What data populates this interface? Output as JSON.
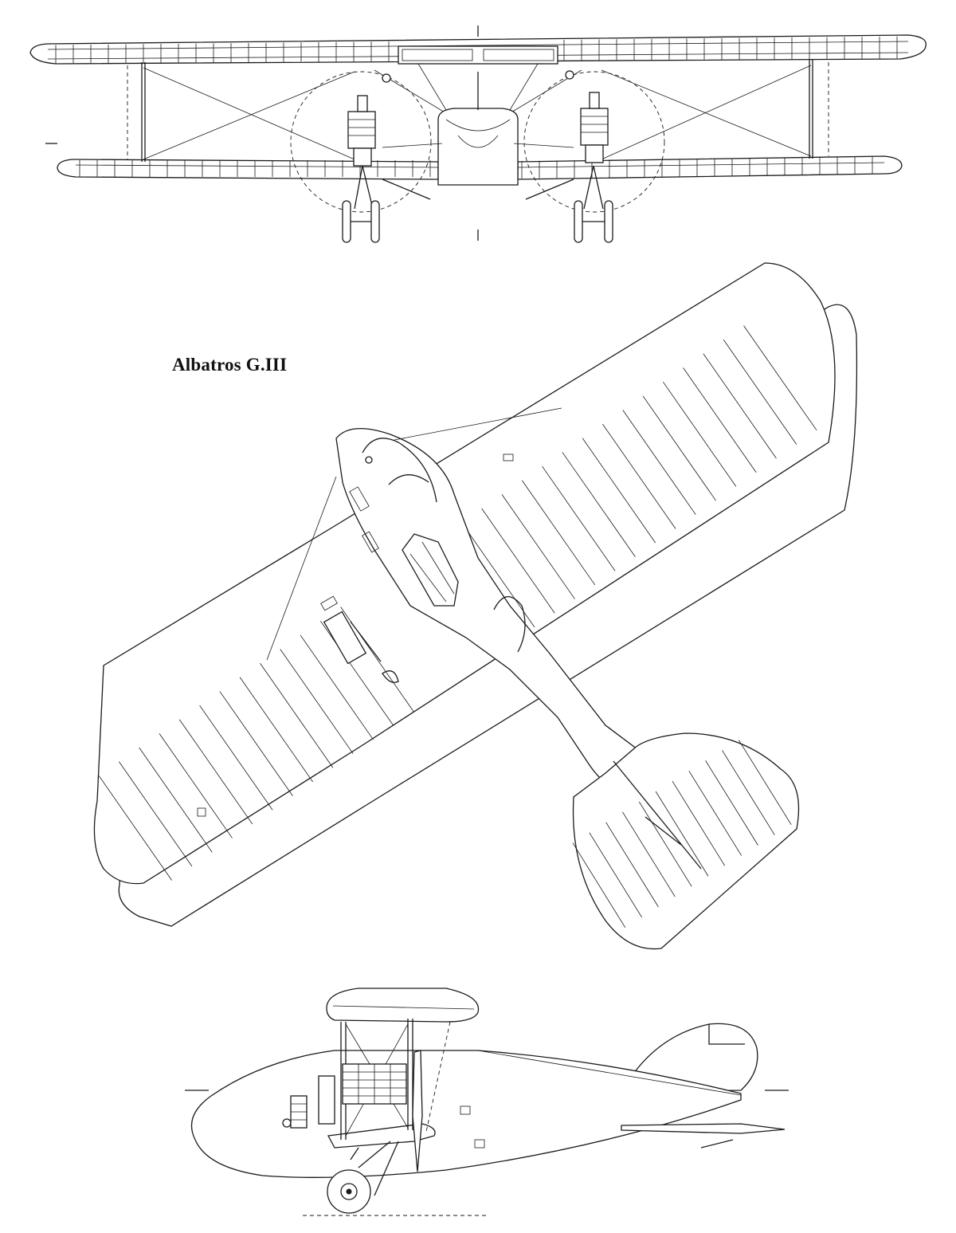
{
  "title": "Albatros G.III",
  "colors": {
    "line": "#1a1a1a",
    "background": "#ffffff"
  },
  "views": [
    {
      "id": "front",
      "name": "front-view"
    },
    {
      "id": "top",
      "name": "top-view"
    },
    {
      "id": "side",
      "name": "side-view"
    }
  ]
}
